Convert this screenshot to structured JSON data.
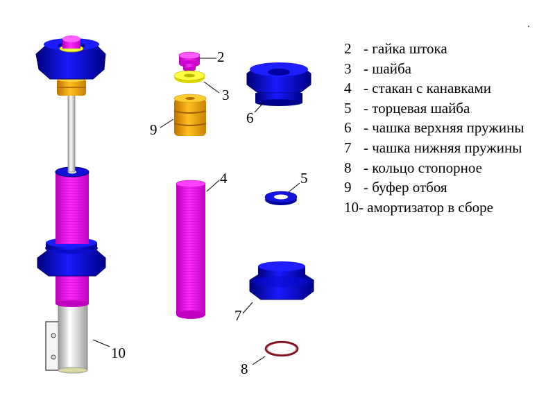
{
  "callouts": {
    "c2": "2",
    "c3": "3",
    "c4": "4",
    "c5": "5",
    "c6": "6",
    "c7": "7",
    "c8": "8",
    "c9": "9",
    "c10": "10"
  },
  "legend": [
    {
      "num": "2",
      "text": "- гайка штока"
    },
    {
      "num": "3",
      "text": "- шайба"
    },
    {
      "num": "4",
      "text": "- стакан с канавками"
    },
    {
      "num": "5",
      "text": "- торцевая шайба"
    },
    {
      "num": "6",
      "text": "- чашка верхняя пружины"
    },
    {
      "num": "7",
      "text": "- чашка нижняя пружины"
    },
    {
      "num": "8",
      "text": "- кольцо стопорное"
    },
    {
      "num": "9",
      "text": "- буфер отбоя"
    },
    {
      "num": "10",
      "text": "- амортизатор в сборе"
    }
  ],
  "colors": {
    "blue": "#1010e0",
    "blue_dark": "#000098",
    "magenta": "#ff00ff",
    "magenta_dark": "#b000b0",
    "orange": "#ffb000",
    "orange_dark": "#c07800",
    "yellow": "#ffff40",
    "maroon": "#7a1020",
    "chrome": "#e4e4e4"
  }
}
